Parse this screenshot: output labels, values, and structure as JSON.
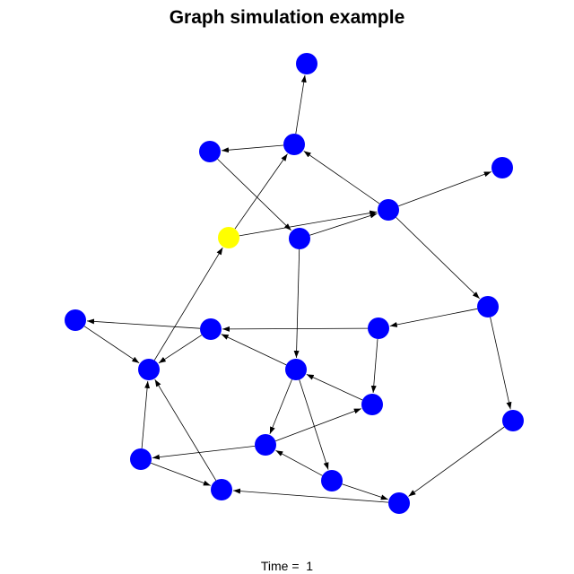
{
  "title": "Graph simulation example",
  "time_label": "Time =  1",
  "colors": {
    "default_node": "#0000ff",
    "active_node": "#ffff00",
    "edge": "#000000"
  },
  "nodes": [
    {
      "id": "n1",
      "state": "default"
    },
    {
      "id": "n2",
      "state": "default"
    },
    {
      "id": "n3",
      "state": "default"
    },
    {
      "id": "n4",
      "state": "default"
    },
    {
      "id": "n5",
      "state": "active"
    },
    {
      "id": "n6",
      "state": "default"
    },
    {
      "id": "n7",
      "state": "default"
    },
    {
      "id": "n8",
      "state": "default"
    },
    {
      "id": "n9",
      "state": "default"
    },
    {
      "id": "n10",
      "state": "default"
    },
    {
      "id": "n11",
      "state": "default"
    },
    {
      "id": "n12",
      "state": "default"
    },
    {
      "id": "n13",
      "state": "default"
    },
    {
      "id": "n14",
      "state": "active"
    },
    {
      "id": "n15",
      "state": "default"
    },
    {
      "id": "n16",
      "state": "default"
    },
    {
      "id": "n17",
      "state": "default"
    },
    {
      "id": "n18",
      "state": "default"
    },
    {
      "id": "n19",
      "state": "default"
    },
    {
      "id": "n20",
      "state": "default"
    },
    {
      "id": "n21",
      "state": "default"
    }
  ],
  "edges": [
    {
      "from": "n2",
      "to": "n1"
    },
    {
      "from": "n2",
      "to": "n3"
    },
    {
      "from": "n3",
      "to": "n6"
    },
    {
      "from": "n5",
      "to": "n2"
    },
    {
      "from": "n5",
      "to": "n7"
    },
    {
      "from": "n6",
      "to": "n7"
    },
    {
      "from": "n7",
      "to": "n2"
    },
    {
      "from": "n7",
      "to": "n4"
    },
    {
      "from": "n7",
      "to": "n8"
    },
    {
      "from": "n8",
      "to": "n11"
    },
    {
      "from": "n8",
      "to": "n16"
    },
    {
      "from": "n11",
      "to": "n10"
    },
    {
      "from": "n11",
      "to": "n15"
    },
    {
      "from": "n10",
      "to": "n12"
    },
    {
      "from": "n10",
      "to": "n9"
    },
    {
      "from": "n9",
      "to": "n12"
    },
    {
      "from": "n12",
      "to": "n5"
    },
    {
      "from": "n6",
      "to": "n14"
    },
    {
      "from": "n14",
      "to": "n10"
    },
    {
      "from": "n14",
      "to": "n17"
    },
    {
      "from": "n14",
      "to": "n20"
    },
    {
      "from": "n15",
      "to": "n14"
    },
    {
      "from": "n17",
      "to": "n15"
    },
    {
      "from": "n17",
      "to": "n18"
    },
    {
      "from": "n18",
      "to": "n19"
    },
    {
      "from": "n18",
      "to": "n12"
    },
    {
      "from": "n19",
      "to": "n12"
    },
    {
      "from": "n20",
      "to": "n17"
    },
    {
      "from": "n20",
      "to": "n21"
    },
    {
      "from": "n21",
      "to": "n19"
    },
    {
      "from": "n16",
      "to": "n21"
    }
  ]
}
